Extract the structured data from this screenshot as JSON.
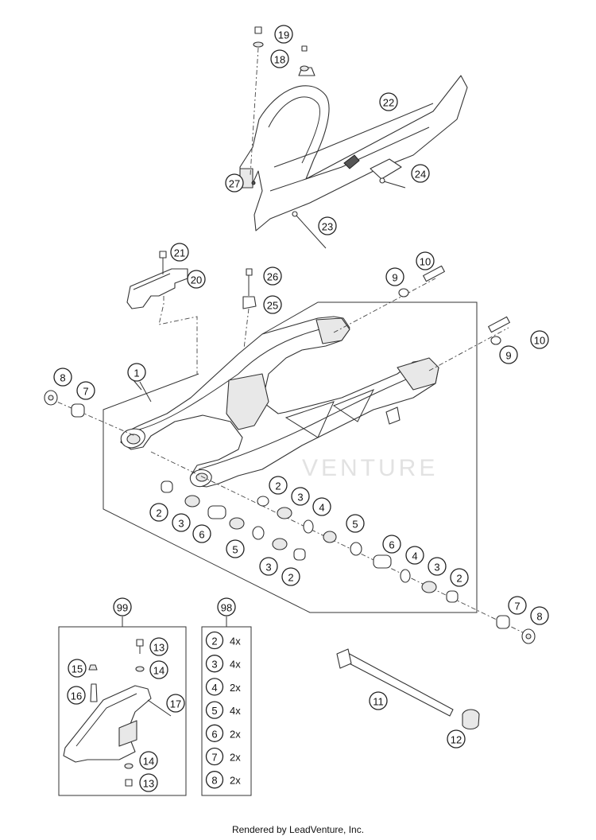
{
  "callouts": {
    "c1": "1",
    "c2a": "2",
    "c2b": "2",
    "c2c": "2",
    "c2d": "2",
    "c3a": "3",
    "c3b": "3",
    "c3c": "3",
    "c3d": "3",
    "c4a": "4",
    "c4b": "4",
    "c5a": "5",
    "c5b": "5",
    "c6a": "6",
    "c6b": "6",
    "c7a": "7",
    "c7b": "7",
    "c8a": "8",
    "c8b": "8",
    "c9a": "9",
    "c9b": "9",
    "c10a": "10",
    "c10b": "10",
    "c11": "11",
    "c12": "12",
    "c13a": "13",
    "c13b": "13",
    "c14a": "14",
    "c14b": "14",
    "c15": "15",
    "c16": "16",
    "c17": "17",
    "c18": "18",
    "c19": "19",
    "c20": "20",
    "c21": "21",
    "c22": "22",
    "c23": "23",
    "c24": "24",
    "c25": "25",
    "c26": "26",
    "c27": "27",
    "c98": "98",
    "c99": "99"
  },
  "kit_98": [
    {
      "part": "2",
      "qty": "4x"
    },
    {
      "part": "3",
      "qty": "4x"
    },
    {
      "part": "4",
      "qty": "2x"
    },
    {
      "part": "5",
      "qty": "4x"
    },
    {
      "part": "6",
      "qty": "2x"
    },
    {
      "part": "7",
      "qty": "2x"
    },
    {
      "part": "8",
      "qty": "2x"
    }
  ],
  "watermark": "VENTURE",
  "footer": "Rendered by LeadVenture, Inc."
}
